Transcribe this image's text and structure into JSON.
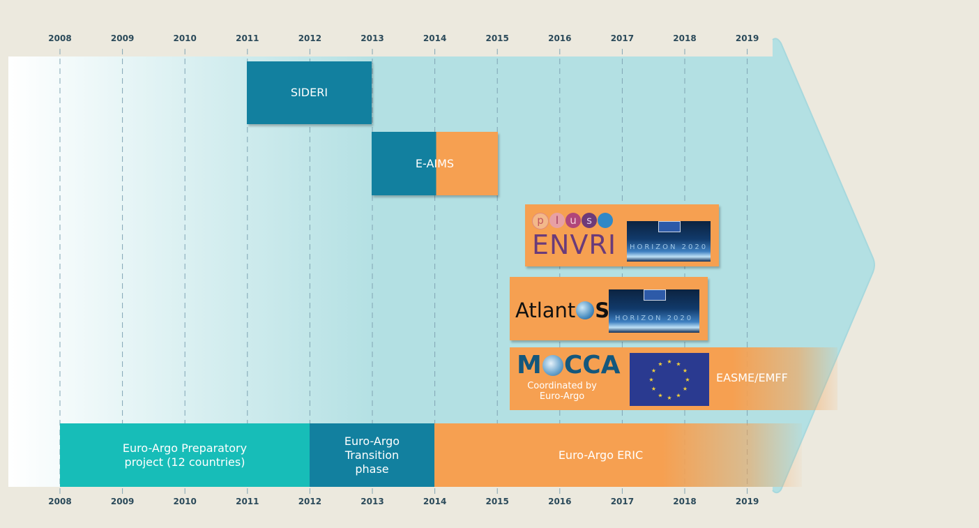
{
  "years": [
    "2008",
    "2009",
    "2010",
    "2011",
    "2012",
    "2013",
    "2014",
    "2015",
    "2016",
    "2017",
    "2018",
    "2019"
  ],
  "bars": {
    "sideri": "SIDERI",
    "eaims": "E-AIMS",
    "preparatory": "Euro-Argo Preparatory project (12 countries)",
    "transition": "Euro-Argo Transition phase",
    "eric": "Euro-Argo ERIC"
  },
  "logos": {
    "envri_plus_letters": [
      "p",
      "l",
      "u",
      "s"
    ],
    "envri_name": "ENVRI",
    "atlantos_pre": "Atlant",
    "atlantos_post": "S",
    "mocca_pre": "M",
    "mocca_post": "CCA",
    "mocca_caption": "Coordinated by Euro-Argo",
    "horizon_text": "HORIZON 2020",
    "easme": "EASME/EMFF"
  },
  "colors": {
    "teal_dark": "#12809f",
    "teal_light": "#17bdb8",
    "orange": "#f6a051",
    "arrow": "#b3e0e3",
    "background": "#ece9de",
    "eu_blue": "#2a3a90"
  }
}
